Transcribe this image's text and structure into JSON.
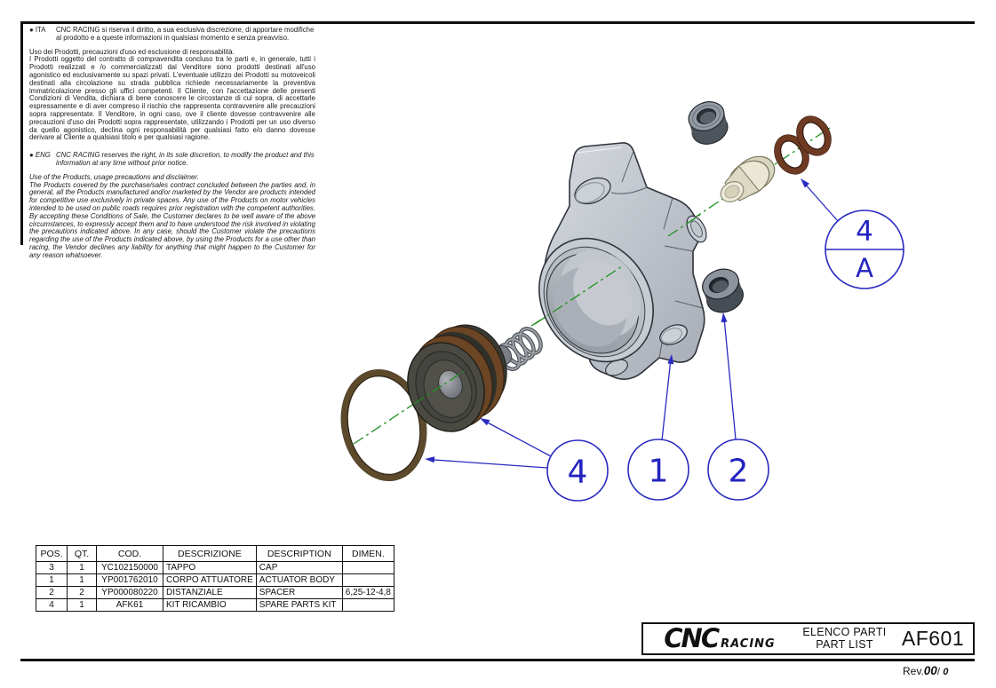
{
  "disclaimer": {
    "ita": {
      "bullet": "●",
      "tag": "ITA",
      "intro": "CNC RACING si riserva il diritto, a sua esclusiva discrezione, di apportare modifiche al prodotto e a queste informazioni in qualsiasi momento e senza preavviso.",
      "heading": "Uso dei Prodotti, precauzioni d'uso ed esclusione di responsabilità.",
      "body": "I Prodotti oggetto del contratto di compravendita concluso tra le parti e, in generale, tutti i Prodotti realizzati e /o commercializzati dal Venditore sono prodotti destinati all'uso agonistico ed esclusivamente su spazi privati. L'eventuale utilizzo dei Prodotti su motoveicoli destinati alla circolazione su strada pubblica richiede necessariamente la preventiva immatricolazione presso gli uffici competenti. Il Cliente, con l'accettazione delle presenti Condizioni di Vendita, dichiara di bene conoscere le circostanze di cui sopra, di accettarle espressamente e di aver compreso il rischio che rappresenta contravvenire alle precauzioni sopra rappresentate. Il Venditore, in ogni caso, ove il cliente dovesse contravvenire alle precauzioni d'uso dei Prodotti sopra rappresentate, utilizzando i Prodotti per un uso diverso da quello agonistico, declina ogni responsabilità per qualsiasi fatto e/o danno dovesse derivare al Cliente a qualsiasi titolo e per qualsiasi ragione."
    },
    "eng": {
      "bullet": "●",
      "tag": "ENG",
      "intro": "CNC RACING reserves the right, in its sole discretion, to modify the product and this information at any time without prior notice.",
      "heading": "Use of the Products, usage precautions and disclaimer.",
      "body": "The Products covered by the purchase/sales contract concluded between the parties and, in general, all the Products manufactured and/or marketed by the Vendor are products intended for competitive use exclusively in private spaces. Any use of the Products on motor vehicles intended to be used on public roads requires prior registration with the competent authorities. By accepting these Conditions of Sale, the Customer declares to be well aware of the above circumstances, to expressly accept them and to have understood the risk involved in violating the precautions indicated above. In any case, should the Customer violate the precautions regarding the use of the Products indicated above, by using the Products for a use other than racing, the Vendor declines any liability for anything that might happen to the Customer for any reason whatsoever."
    }
  },
  "diagram": {
    "balloons": {
      "b4": "4",
      "b1": "1",
      "b2": "2",
      "b4a_top": "4",
      "b4a_bottom": "A"
    },
    "colors": {
      "balloon_blue": "#2a2ac0",
      "centerline_green": "#1f8f1f",
      "small_oring_brown": "#6f3a22",
      "large_oring_brown": "#5d4a2b",
      "body_gray": "#c6cad2",
      "piston_gray": "#4a4a42",
      "cap_cream": "#eae7d4",
      "spacer_gray": "#4e545c"
    }
  },
  "parts_table": {
    "headers": [
      "POS.",
      "QT.",
      "COD.",
      "DESCRIZIONE",
      "DESCRIPTION",
      "DIMEN."
    ],
    "rows": [
      [
        "3",
        "1",
        "YC102150000",
        "TAPPO",
        "CAP",
        ""
      ],
      [
        "1",
        "1",
        "YP001762010",
        "CORPO ATTUATORE",
        "ACTUATOR BODY",
        ""
      ],
      [
        "2",
        "2",
        "YP000080220",
        "DISTANZIALE",
        "SPACER",
        "6,25-12-4,8"
      ],
      [
        "4",
        "1",
        "AFK61",
        "KIT RICAMBIO",
        "SPARE PARTS KIT",
        ""
      ]
    ]
  },
  "title_block": {
    "brand_cnc": "CNC",
    "brand_racing": "RACING",
    "title_it": "ELENCO PARTI",
    "title_en": "PART LIST",
    "drawing_code": "AF601"
  },
  "revision": {
    "label": "Rev.",
    "number": "00",
    "separator": "/",
    "letter": "0"
  }
}
